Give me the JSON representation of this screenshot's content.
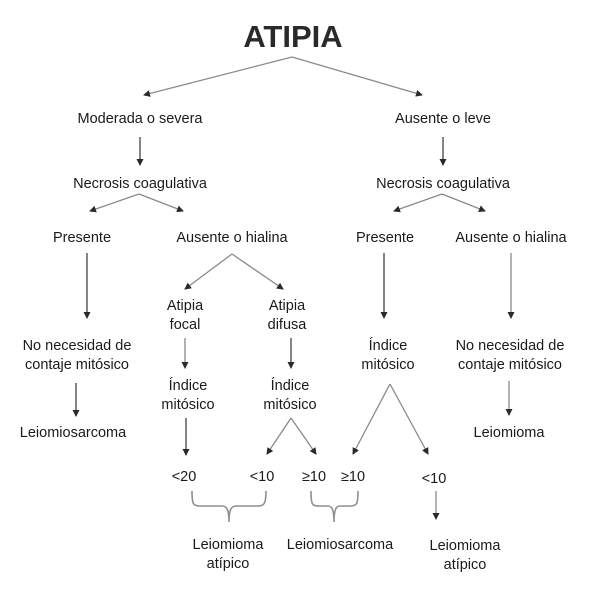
{
  "title": "ATIPIA",
  "level1": {
    "left": "Moderada o severa",
    "right": "Ausente o leve"
  },
  "left_branch": {
    "necrosis": "Necrosis coagulativa",
    "presente": "Presente",
    "ausente": "Ausente o hialina",
    "no_contaje": [
      "No necesidad de",
      "contaje mitósico"
    ],
    "leiomiosarcoma": "Leiomiosarcoma",
    "atipia_focal": [
      "Atipia",
      "focal"
    ],
    "atipia_difusa": [
      "Atipia",
      "difusa"
    ],
    "indice_focal": [
      "Índice",
      "mitósico"
    ],
    "indice_difusa": [
      "Índice",
      "mitósico"
    ],
    "focal_threshold": "<20",
    "difusa_low": "<10",
    "difusa_high": "≥10"
  },
  "right_branch": {
    "necrosis": "Necrosis coagulativa",
    "presente": "Presente",
    "ausente": "Ausente o hialina",
    "indice": [
      "Índice",
      "mitósico"
    ],
    "high": "≥10",
    "low": "<10",
    "no_contaje": [
      "No necesidad de",
      "contaje mitósico"
    ],
    "leiomioma": "Leiomioma",
    "leiomioma_atipico": [
      "Leiomioma",
      "atípico"
    ]
  },
  "outcomes": {
    "leiomioma_atipico": [
      "Leiomioma",
      "atípico"
    ],
    "leiomiosarcoma": "Leiomiosarcoma"
  }
}
